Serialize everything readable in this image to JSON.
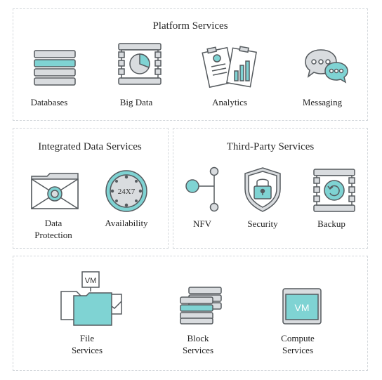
{
  "platform": {
    "title": "Platform Services",
    "items": [
      {
        "label": "Databases",
        "icon": "database-icon"
      },
      {
        "label": "Big Data",
        "icon": "big-data-icon"
      },
      {
        "label": "Analytics",
        "icon": "analytics-icon"
      },
      {
        "label": "Messaging",
        "icon": "messaging-icon"
      }
    ]
  },
  "integrated": {
    "title": "Integrated Data Services",
    "items": [
      {
        "label_line1": "Data",
        "label_line2": "Protection",
        "icon": "data-protection-icon"
      },
      {
        "label": "Availability",
        "icon": "availability-clock-icon",
        "clock_text": "24X7"
      }
    ]
  },
  "thirdparty": {
    "title": "Third-Party Services",
    "items": [
      {
        "label": "NFV",
        "icon": "nfv-icon"
      },
      {
        "label": "Security",
        "icon": "security-shield-icon"
      },
      {
        "label": "Backup",
        "icon": "backup-icon"
      }
    ]
  },
  "infra": {
    "items": [
      {
        "label_line1": "File",
        "label_line2": "Services",
        "icon": "file-services-icon",
        "vm_text": "VM"
      },
      {
        "label_line1": "Block",
        "label_line2": "Services",
        "icon": "block-services-icon"
      },
      {
        "label_line1": "Compute",
        "label_line2": "Services",
        "icon": "compute-services-icon",
        "vm_text": "VM"
      }
    ]
  },
  "colors": {
    "teal": "#7fd3d3",
    "stroke": "#555a5e",
    "gray": "#d9dcdf",
    "border": "#d4d8dc"
  }
}
